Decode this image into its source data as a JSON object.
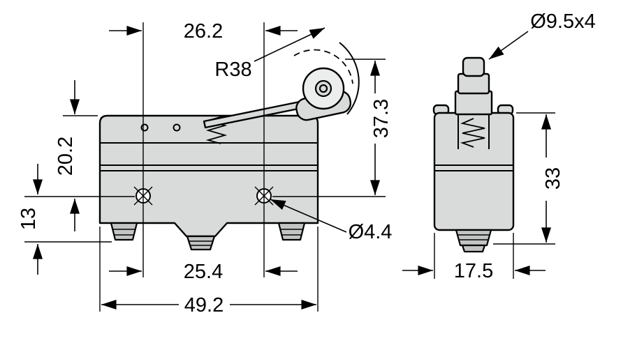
{
  "drawing": {
    "colors": {
      "outline": "#000000",
      "body_fill": "#d9dbda",
      "terminal_fill": "#c3c5c4",
      "roller_fill": "#eceeed"
    },
    "dimensions": {
      "top_span": "26.2",
      "lever_radius": "R38",
      "roller_size": "Ø9.5x4",
      "roller_height": "37.3",
      "upper_body_height": "20.2",
      "hole_to_bottom": "13",
      "side_height": "33",
      "hole_diameter": "Ø4.4",
      "hole_spacing": "25.4",
      "body_width": "49.2",
      "body_depth": "17.5"
    }
  }
}
